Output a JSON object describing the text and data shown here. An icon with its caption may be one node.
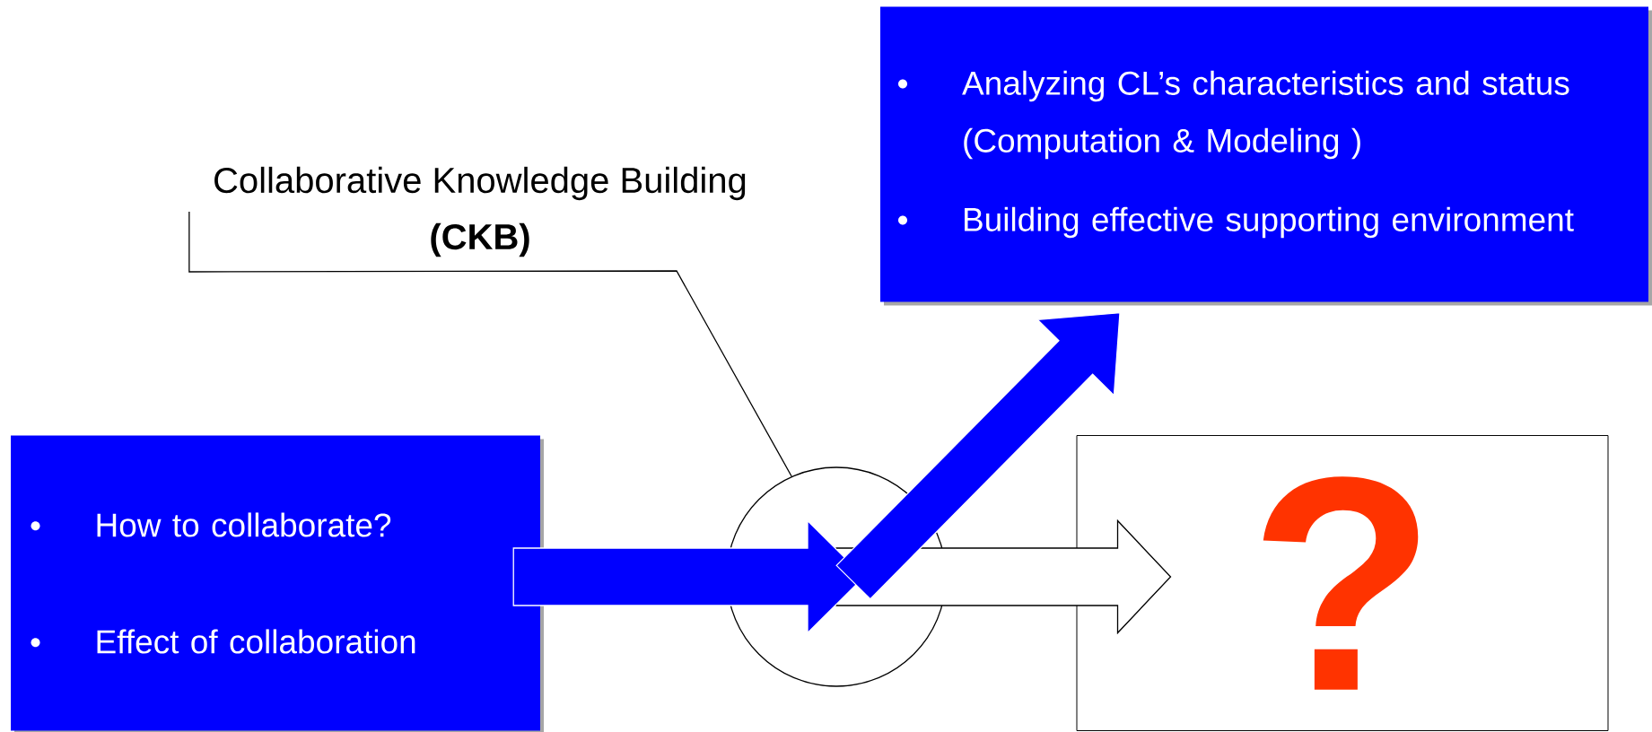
{
  "diagram": {
    "nodes": [
      {
        "text": [
          "How to collaborate?",
          "Effect of collaboration"
        ]
      },
      {
        "text": [
          "Analyzing CL’s characteristics and status (Computation & Modeling )",
          "Building effective supporting environment"
        ]
      },
      {
        "text": [
          "Collaborative Knowledge Building",
          "(CKB)"
        ]
      },
      {
        "text": [],
        "shape": "circle"
      },
      {
        "text": [
          "?"
        ]
      }
    ],
    "edges": [
      {
        "from": 2,
        "to": 3,
        "arrow": "none",
        "color": "#000000"
      },
      {
        "from": 3,
        "to": 4,
        "arrow": "to",
        "style": "thick",
        "color": "#000000"
      },
      {
        "from": 0,
        "to": 3,
        "arrow": "to",
        "style": "thick",
        "color": "#0000ff"
      },
      {
        "from": 3,
        "to": 1,
        "arrow": "to",
        "style": "thick",
        "color": "#0000ff"
      }
    ]
  }
}
